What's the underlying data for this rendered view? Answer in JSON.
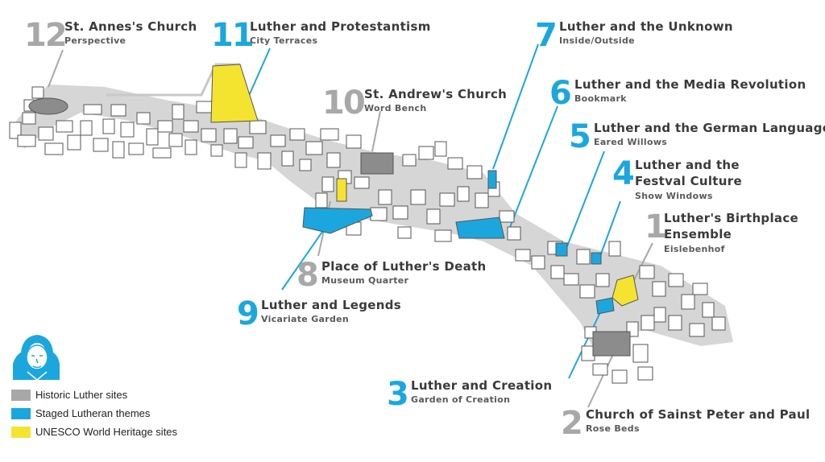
{
  "colors": {
    "historic": "#a8a8a8",
    "staged": "#1ba7de",
    "unesco": "#f4e430",
    "building": "#ffffff",
    "street": "#d6d6d6",
    "outline": "#555555"
  },
  "sites": [
    {
      "num": "1",
      "title": "Luther's Birthplace",
      "title2": "Ensemble",
      "subtitle": "Eislebenhof",
      "category": "unesco"
    },
    {
      "num": "2",
      "title": "Church of Sainst Peter and Paul",
      "subtitle": "Rose Beds",
      "category": "historic"
    },
    {
      "num": "3",
      "title": "Luther and Creation",
      "subtitle": "Garden of Creation",
      "category": "staged"
    },
    {
      "num": "4",
      "title": "Luther and the",
      "title2": "Festval Culture",
      "subtitle": "Show Windows",
      "category": "staged"
    },
    {
      "num": "5",
      "title": "Luther and the German Language",
      "subtitle": "Eared Willows",
      "category": "staged"
    },
    {
      "num": "6",
      "title": "Luther and the Media Revolution",
      "subtitle": "Bookmark",
      "category": "staged"
    },
    {
      "num": "7",
      "title": "Luther and the Unknown",
      "subtitle": "Inside/Outside",
      "category": "staged"
    },
    {
      "num": "8",
      "title": "Place of Luther's Death",
      "subtitle": "Museum Quarter",
      "category": "historic"
    },
    {
      "num": "9",
      "title": "Luther and Legends",
      "subtitle": "Vicariate Garden",
      "category": "staged"
    },
    {
      "num": "10",
      "title": "St. Andrew's Church",
      "subtitle": "Word Bench",
      "category": "historic"
    },
    {
      "num": "11",
      "title": "Luther and Protestantism",
      "subtitle": "City Terraces",
      "category": "staged"
    },
    {
      "num": "12",
      "title": "St. Annes's Church",
      "subtitle": "Perspective",
      "category": "historic"
    }
  ],
  "legend": [
    {
      "label": "Historic Luther sites",
      "key": "historic"
    },
    {
      "label": "Staged Lutheran themes",
      "key": "staged"
    },
    {
      "label": "UNESCO World Heritage sites",
      "key": "unesco"
    }
  ],
  "icons": {
    "portrait": "luther-portrait-icon"
  }
}
